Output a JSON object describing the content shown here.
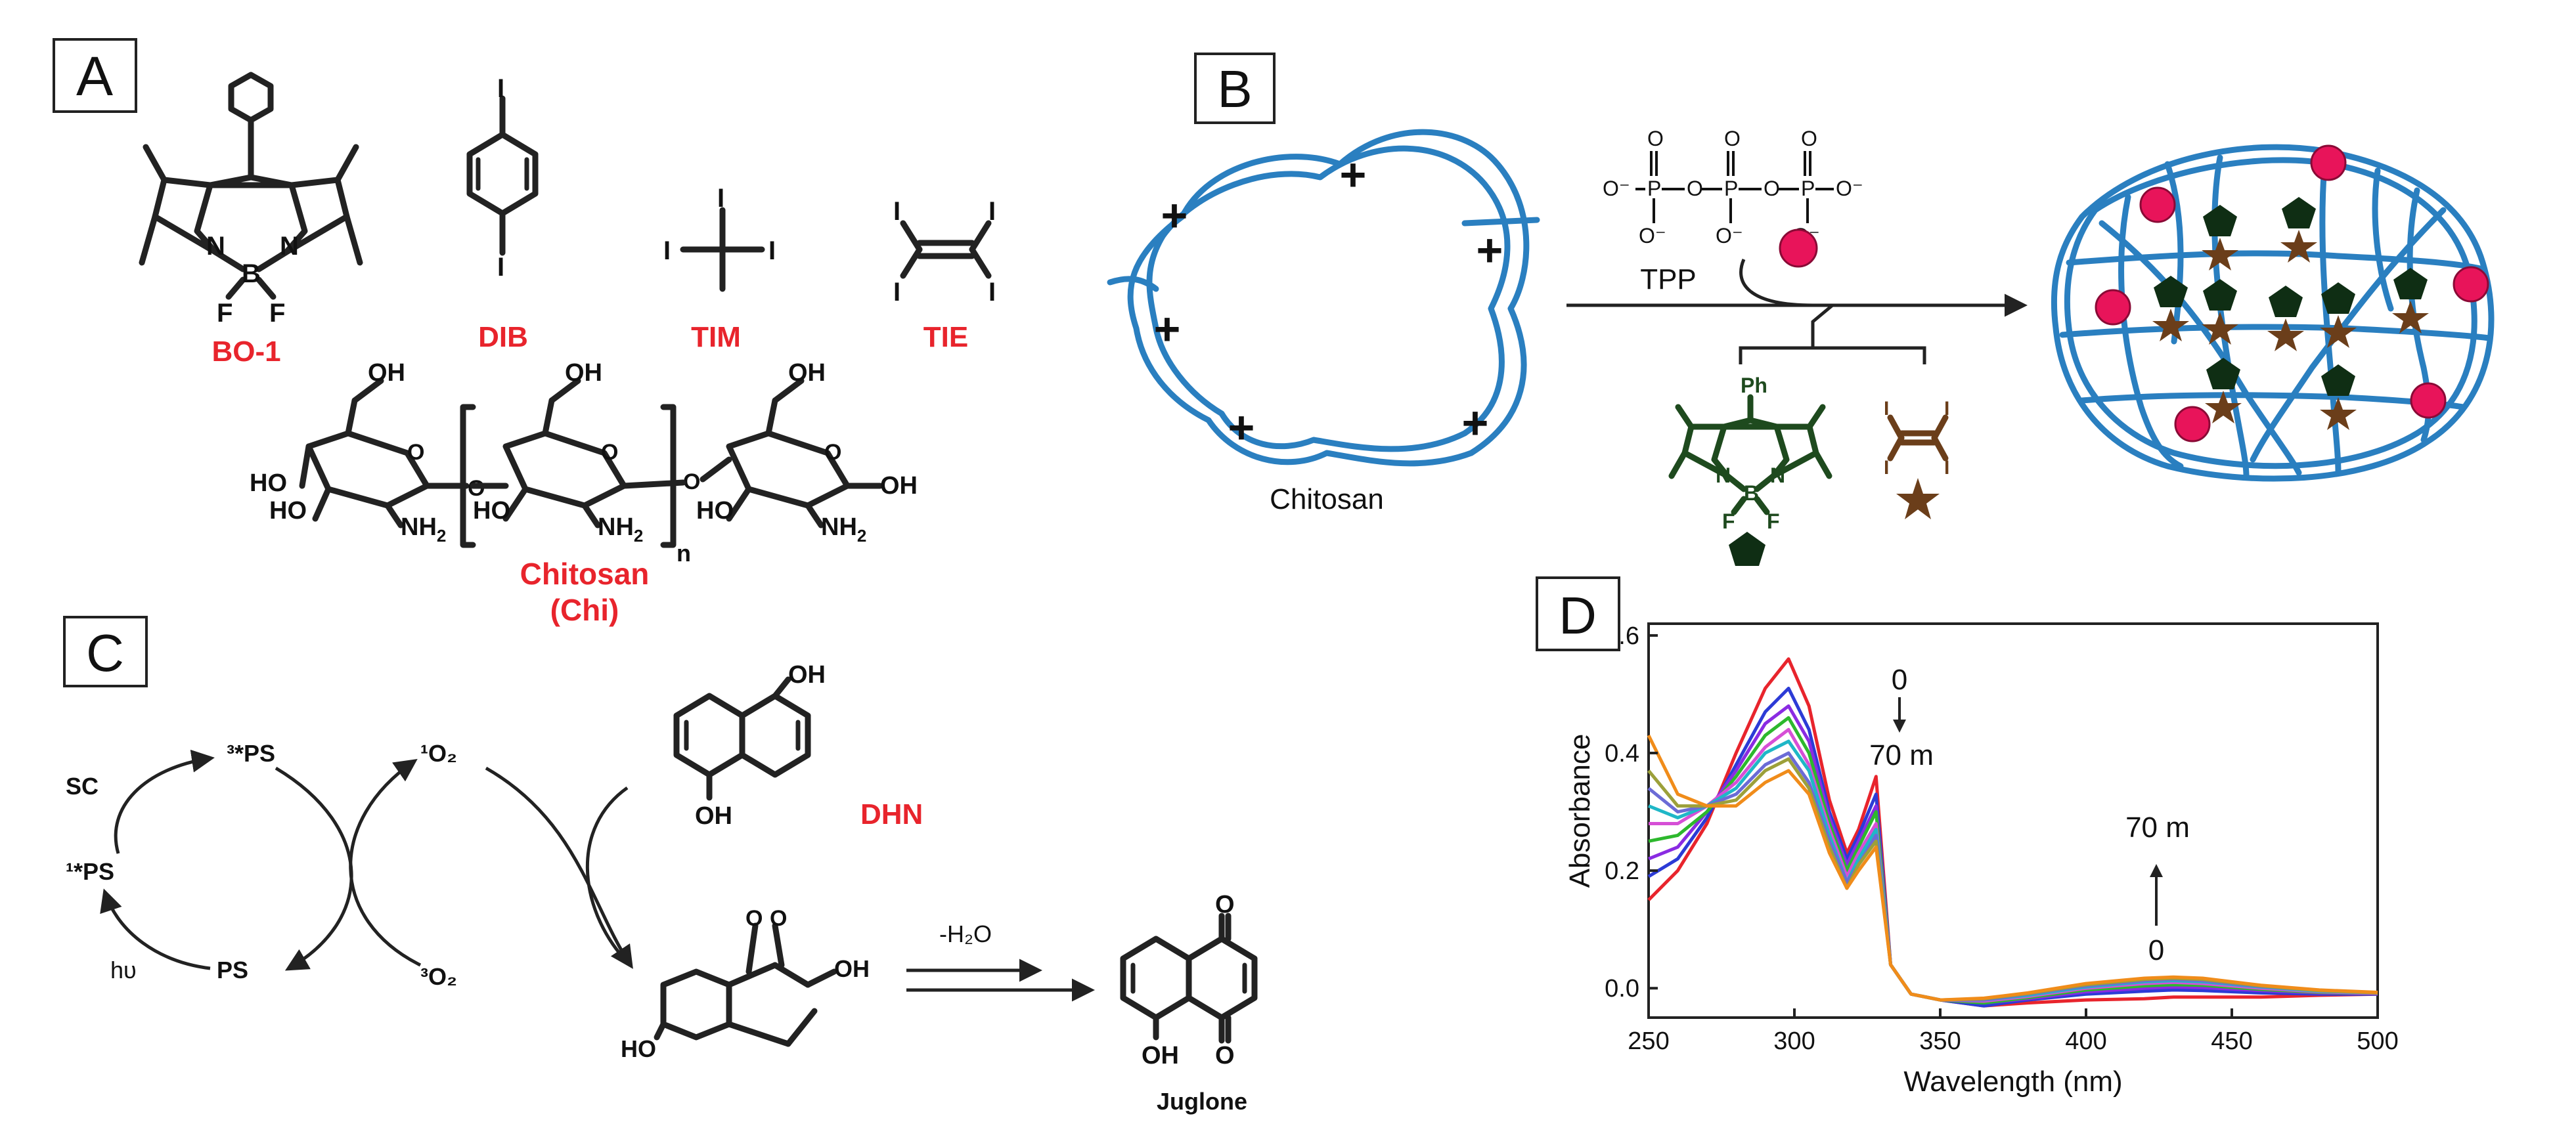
{
  "panels": {
    "a": {
      "letter": "A",
      "compounds": [
        "BO-1",
        "DIB",
        "TIM",
        "TIE"
      ],
      "chitosan_name": "Chitosan",
      "chitosan_abbrev": "(Chi)",
      "atoms": {
        "N": "N",
        "B": "B",
        "F": "F",
        "I": "I",
        "OH": "OH",
        "HO": "HO",
        "NH2": "NH",
        "sub2": "2",
        "n": "n",
        "O": "O"
      }
    },
    "b": {
      "letter": "B",
      "chitosan_label": "Chitosan",
      "tpp_label": "TPP",
      "plus": "+",
      "phosphate": {
        "O": "O",
        "P": "P",
        "Ominus": "O⁻"
      },
      "bodipy": {
        "Ph": "Ph",
        "N": "N",
        "B": "B",
        "F": "F"
      },
      "tie_I": "I",
      "colors": {
        "chain": "#2a7fc0",
        "tpp_bead": "#e8145a",
        "bodipy": "#1e4a1e",
        "tie": "#6b3e1a"
      }
    },
    "c": {
      "letter": "C",
      "cycle": {
        "sc": "SC",
        "triplet_ps": "³*PS",
        "singlet_ps": "¹*PS",
        "ground_ps": "PS",
        "hv": "hυ",
        "singlet_o2": "¹O₂",
        "triplet_o2": "³O₂"
      },
      "dhn_label": "DHN",
      "dhn_oh": "OH",
      "endoperoxide": {
        "O": "O",
        "OH": "OH",
        "HO": "HO"
      },
      "water_loss": "-H₂O",
      "juglone_label": "Juglone",
      "juglone_O": "O",
      "juglone_OH": "OH"
    },
    "d": {
      "letter": "D",
      "top_annotation": {
        "start": "0",
        "end": "70 m"
      },
      "right_annotation": {
        "start": "0",
        "end": "70 m"
      }
    }
  },
  "chart_data": {
    "type": "line",
    "xlabel": "Wavelength (nm)",
    "ylabel": "Absorbance",
    "xlim": [
      250,
      500
    ],
    "ylim": [
      -0.05,
      0.62
    ],
    "xticks": [
      "250",
      "300",
      "350",
      "400",
      "450",
      "500"
    ],
    "yticks": [
      "0.0",
      "0.2",
      "0.4",
      ".6"
    ],
    "x": [
      250,
      260,
      270,
      280,
      290,
      298,
      305,
      312,
      318,
      322,
      328,
      333,
      340,
      350,
      365,
      380,
      400,
      420,
      430,
      440,
      460,
      480,
      500
    ],
    "series": [
      {
        "color": "#e8242c",
        "values": [
          0.15,
          0.2,
          0.28,
          0.4,
          0.51,
          0.56,
          0.48,
          0.32,
          0.23,
          0.27,
          0.36,
          0.04,
          -0.01,
          -0.02,
          -0.03,
          -0.025,
          -0.02,
          -0.018,
          -0.015,
          -0.015,
          -0.015,
          -0.012,
          -0.01
        ]
      },
      {
        "color": "#2c3bd6",
        "values": [
          0.19,
          0.22,
          0.29,
          0.38,
          0.47,
          0.51,
          0.44,
          0.3,
          0.22,
          0.26,
          0.33,
          0.04,
          -0.01,
          -0.02,
          -0.03,
          -0.02,
          -0.01,
          -0.005,
          -0.003,
          -0.004,
          -0.008,
          -0.01,
          -0.01
        ]
      },
      {
        "color": "#8a2be2",
        "values": [
          0.22,
          0.24,
          0.3,
          0.37,
          0.45,
          0.48,
          0.42,
          0.29,
          0.21,
          0.25,
          0.31,
          0.04,
          -0.01,
          -0.02,
          -0.025,
          -0.018,
          -0.006,
          0.0,
          0.002,
          0.001,
          -0.004,
          -0.008,
          -0.009
        ]
      },
      {
        "color": "#2db82d",
        "values": [
          0.25,
          0.26,
          0.3,
          0.36,
          0.43,
          0.46,
          0.4,
          0.28,
          0.2,
          0.24,
          0.3,
          0.04,
          -0.01,
          -0.02,
          -0.025,
          -0.016,
          -0.003,
          0.004,
          0.006,
          0.005,
          -0.002,
          -0.007,
          -0.009
        ]
      },
      {
        "color": "#d64fd6",
        "values": [
          0.28,
          0.28,
          0.31,
          0.35,
          0.41,
          0.44,
          0.38,
          0.27,
          0.19,
          0.23,
          0.28,
          0.04,
          -0.01,
          -0.02,
          -0.022,
          -0.014,
          0.0,
          0.008,
          0.01,
          0.008,
          0.0,
          -0.006,
          -0.009
        ]
      },
      {
        "color": "#1fb7c7",
        "values": [
          0.31,
          0.29,
          0.31,
          0.34,
          0.4,
          0.42,
          0.37,
          0.26,
          0.18,
          0.22,
          0.27,
          0.04,
          -0.01,
          -0.02,
          -0.02,
          -0.012,
          0.002,
          0.011,
          0.013,
          0.011,
          0.002,
          -0.005,
          -0.008
        ]
      },
      {
        "color": "#6b6bd6",
        "values": [
          0.34,
          0.3,
          0.31,
          0.33,
          0.38,
          0.4,
          0.35,
          0.25,
          0.18,
          0.21,
          0.26,
          0.04,
          -0.01,
          -0.02,
          -0.02,
          -0.01,
          0.004,
          0.013,
          0.015,
          0.013,
          0.003,
          -0.004,
          -0.008
        ]
      },
      {
        "color": "#9ca03a",
        "values": [
          0.37,
          0.31,
          0.31,
          0.32,
          0.37,
          0.39,
          0.34,
          0.24,
          0.17,
          0.21,
          0.25,
          0.04,
          -0.01,
          -0.02,
          -0.018,
          -0.009,
          0.006,
          0.015,
          0.017,
          0.015,
          0.004,
          -0.004,
          -0.008
        ]
      },
      {
        "color": "#f08c1a",
        "values": [
          0.43,
          0.33,
          0.31,
          0.31,
          0.35,
          0.37,
          0.33,
          0.23,
          0.17,
          0.2,
          0.24,
          0.04,
          -0.01,
          -0.02,
          -0.017,
          -0.008,
          0.008,
          0.017,
          0.019,
          0.017,
          0.005,
          -0.003,
          -0.007
        ]
      }
    ]
  }
}
